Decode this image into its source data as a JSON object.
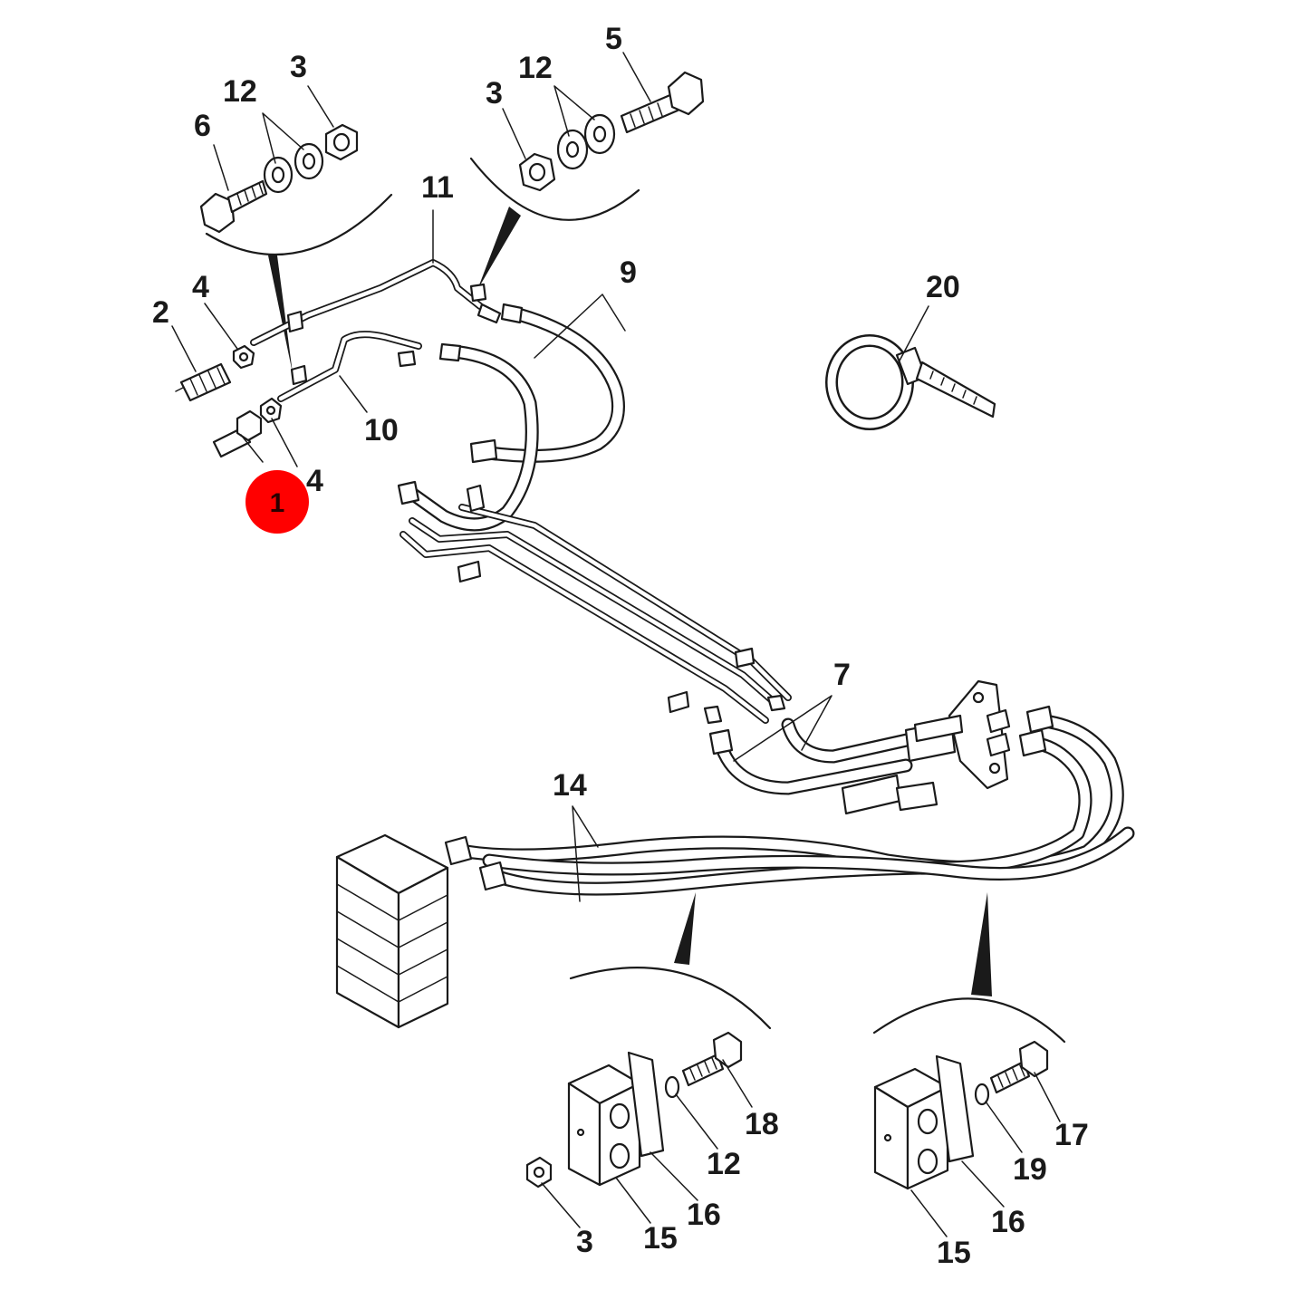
{
  "callouts": [
    {
      "id": "c6",
      "text": "6"
    },
    {
      "id": "c12a",
      "text": "12"
    },
    {
      "id": "c3a",
      "text": "3"
    },
    {
      "id": "c3b",
      "text": "3"
    },
    {
      "id": "c12b",
      "text": "12"
    },
    {
      "id": "c5",
      "text": "5"
    },
    {
      "id": "c11",
      "text": "11"
    },
    {
      "id": "c9",
      "text": "9"
    },
    {
      "id": "c20",
      "text": "20"
    },
    {
      "id": "c2",
      "text": "2"
    },
    {
      "id": "c4a",
      "text": "4"
    },
    {
      "id": "c10",
      "text": "10"
    },
    {
      "id": "c4b",
      "text": "4"
    },
    {
      "id": "c7",
      "text": "7"
    },
    {
      "id": "c14",
      "text": "14"
    },
    {
      "id": "c18",
      "text": "18"
    },
    {
      "id": "c12c",
      "text": "12"
    },
    {
      "id": "c16a",
      "text": "16"
    },
    {
      "id": "c15a",
      "text": "15"
    },
    {
      "id": "c3c",
      "text": "3"
    },
    {
      "id": "c17",
      "text": "17"
    },
    {
      "id": "c19",
      "text": "19"
    },
    {
      "id": "c16b",
      "text": "16"
    },
    {
      "id": "c15b",
      "text": "15"
    }
  ],
  "highlight": {
    "text": "1",
    "color": "#ff0000"
  }
}
